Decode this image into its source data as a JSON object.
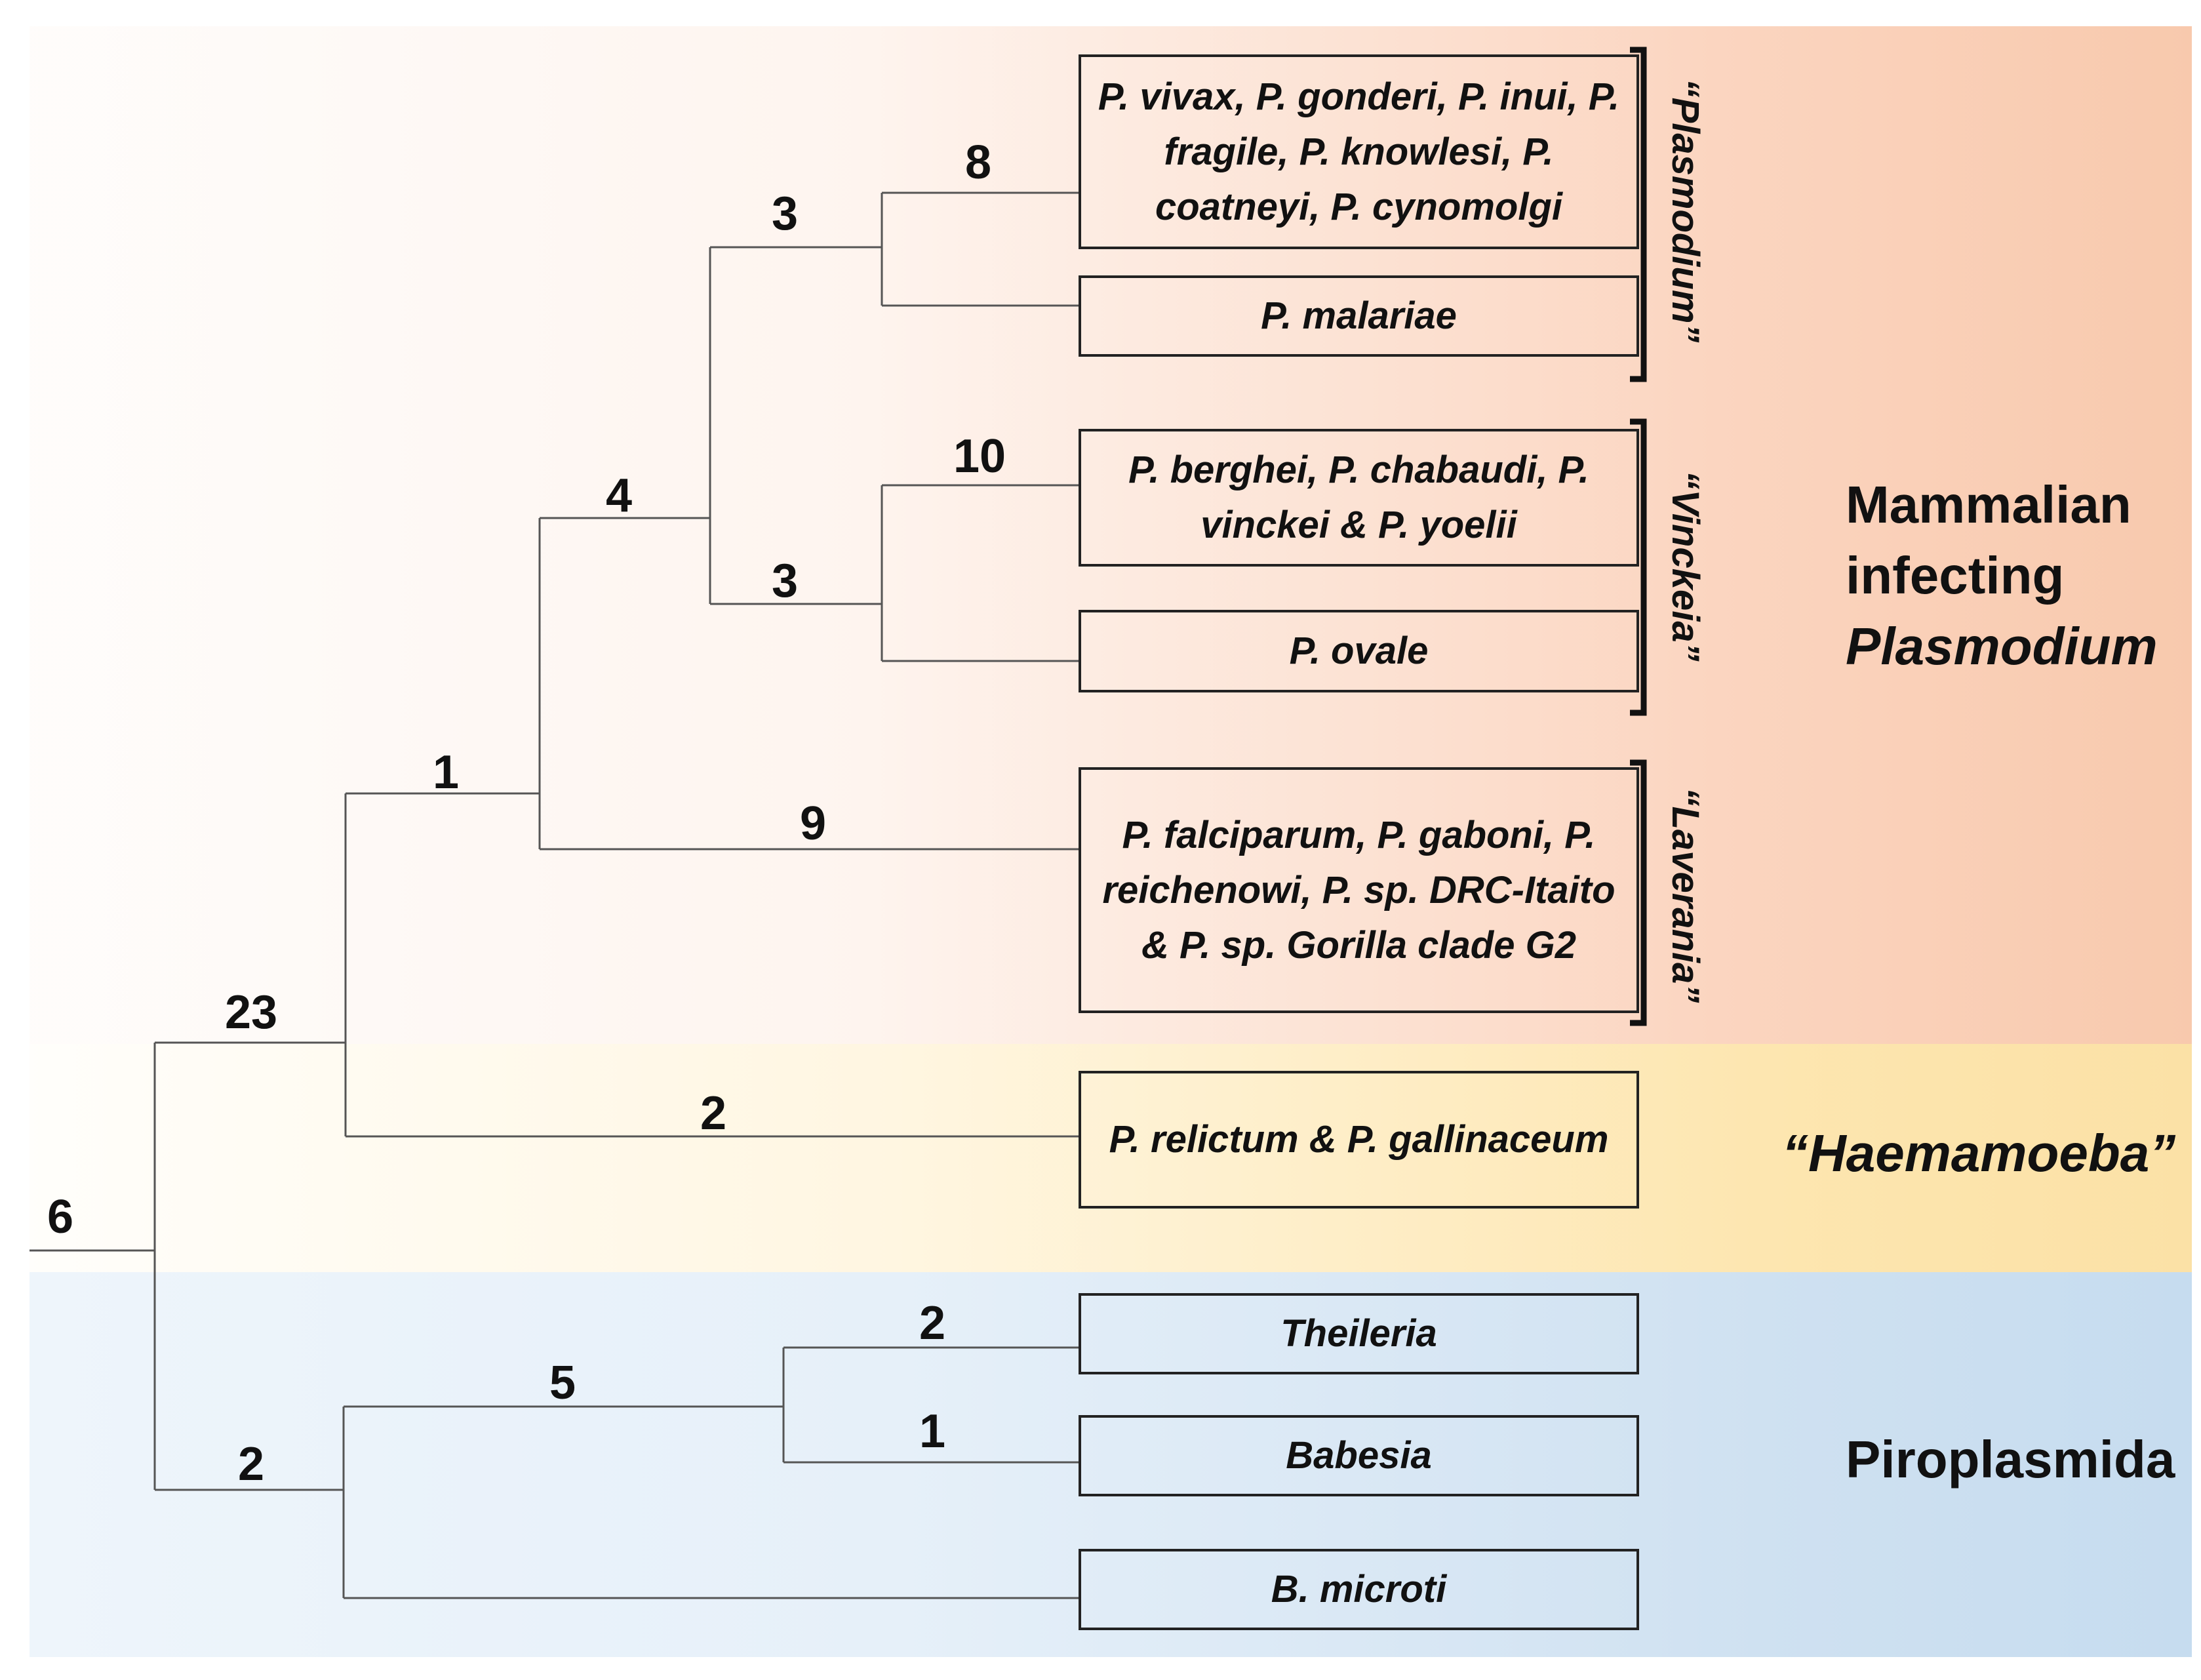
{
  "taxa": {
    "vivax_group": "P. vivax, P. gonderi, P. inui, P. fragile, P. knowlesi, P. coatneyi, P. cynomolgi",
    "malariae": "P. malariae",
    "berghei_group": "P. berghei, P. chabaudi, P. vinckei & P. yoelii",
    "ovale": "P. ovale",
    "laverania_group": "P. falciparum, P. gaboni, P. reichenowi, P. sp. DRC-Itaito & P. sp. Gorilla clade G2",
    "haemamoeba_group": "P. relictum & P. gallinaceum",
    "theileria": "Theileria",
    "babesia": "Babesia",
    "b_microti": "B. microti"
  },
  "branch_numbers": {
    "root": "6",
    "haemosporidia": "23",
    "mammal_plus_laverania": "1",
    "plasmodium_vinckeia": "4",
    "plasmodium_clade": "3",
    "vivax_group": "8",
    "vinckeia_clade": "3",
    "berghei_group": "10",
    "laverania": "9",
    "haemamoeba": "2",
    "piroplasmida": "2",
    "theileria_babesia": "5",
    "theileria": "2",
    "babesia": "1"
  },
  "subgenera": {
    "plasmodium": "“Plasmodium”",
    "vinckeia": "“Vinckeia”",
    "laverania": "“Laverania”"
  },
  "groups": {
    "mammalian_line1": "Mammalian",
    "mammalian_line2": "infecting",
    "mammalian_line3": "Plasmodium",
    "haemamoeba": "“Haemamoeba”",
    "piroplasmida": "Piroplasmida"
  },
  "colors": {
    "mammalian_band": "#f8c9ad",
    "haemamoeba_band": "#fbe1a6",
    "piroplasmida_band": "#c6dcef",
    "lines": "#555555"
  }
}
